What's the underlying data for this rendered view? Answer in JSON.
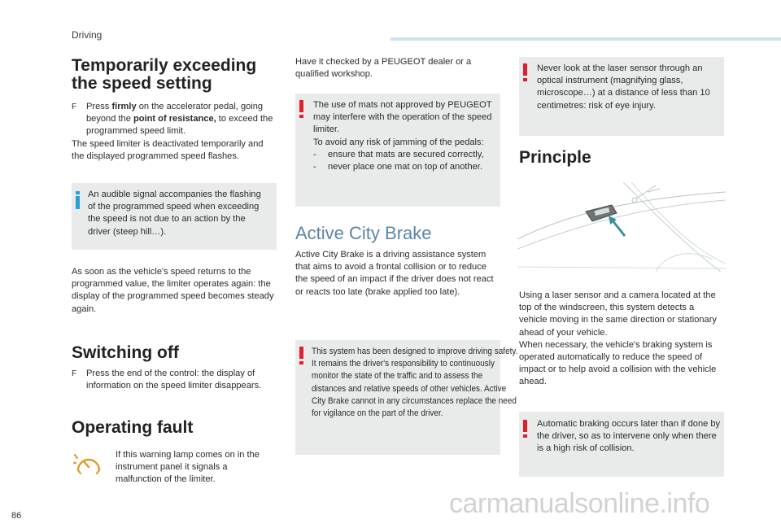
{
  "header": {
    "section": "Driving",
    "page_number": "86"
  },
  "col1": {
    "temp_title": "Temporarily exceeding the speed setting",
    "temp_bullet_arrow": "",
    "temp_bullet_pre": "Press ",
    "temp_bullet_firmly": "firmly",
    "temp_bullet_mid": " on the accelerator pedal, going beyond the ",
    "temp_bullet_point": "point of resistance,",
    "temp_bullet_post": " to exceed the programmed speed limit.",
    "temp_para": "The speed limiter is deactivated temporarily and the displayed programmed speed flashes.",
    "info_box": "An audible signal accompanies the flashing of the programmed speed when exceeding the speed is not due to an action by the driver (steep hill…).",
    "returns_para": "As soon as the vehicle's speed returns to the programmed value, the limiter operates again: the display of the programmed speed becomes steady again.",
    "switch_title": "Switching off",
    "switch_bullet": "Press the end of the control: the display of information on the speed limiter disappears.",
    "fault_title": "Operating fault",
    "fault_text": "If this warning lamp comes on in the instrument panel it signals a malfunction of the limiter."
  },
  "col2": {
    "check_para": "Have it checked by a PEUGEOT dealer or a qualified workshop.",
    "mats_box_intro": "The use of mats not approved by PEUGEOT may interfere with the operation of the speed limiter.",
    "mats_box_avoid": "To avoid any risk of jamming of the pedals:",
    "mats_box_items": [
      "ensure that mats are secured correctly,",
      "never place one mat on top of another."
    ],
    "acb_title": "Active City Brake",
    "acb_para": "Active City Brake is a driving assistance system that aims to avoid a frontal collision or to reduce the speed of an impact if the driver does not react or reacts too late (brake applied too late).",
    "design_box_1": "This system has been designed to improve driving safety.",
    "design_box_2": "It remains the driver's responsibility to continuously monitor the state of the traffic and to assess the distances and relative speeds of other vehicles. Active City Brake cannot in any circumstances replace the need for vigilance on the part of the driver."
  },
  "col3": {
    "laser_box": "Never look at the laser sensor through an optical instrument (magnifying glass, microscope…) at a distance of less than 10 centimetres: risk of eye injury.",
    "principle_title": "Principle",
    "principle_para_1": "Using a laser sensor and a camera located at the top of the windscreen, this system detects a vehicle moving in the same direction or stationary ahead of your vehicle.",
    "principle_para_2": "When necessary, the vehicle's braking system is operated automatically to reduce the speed of impact or to help avoid a collision with the vehicle ahead.",
    "auto_box": "Automatic braking occurs later than if done by the driver, so as to intervene only when there is a high risk of collision."
  },
  "icons": {
    "info": "info-icon",
    "warning": "warning-icon",
    "limiter_fault": "speed-limiter-fault-lamp-icon",
    "bullet_arrow": "bullet-arrow-icon"
  },
  "watermark": "carmanualsonline.info",
  "colors": {
    "warning": "#e0212b",
    "info": "#2a9fd6",
    "title_blue": "#5a86a6",
    "box_bg": "#e9eaea",
    "header_bar": "#c7e4f1"
  }
}
